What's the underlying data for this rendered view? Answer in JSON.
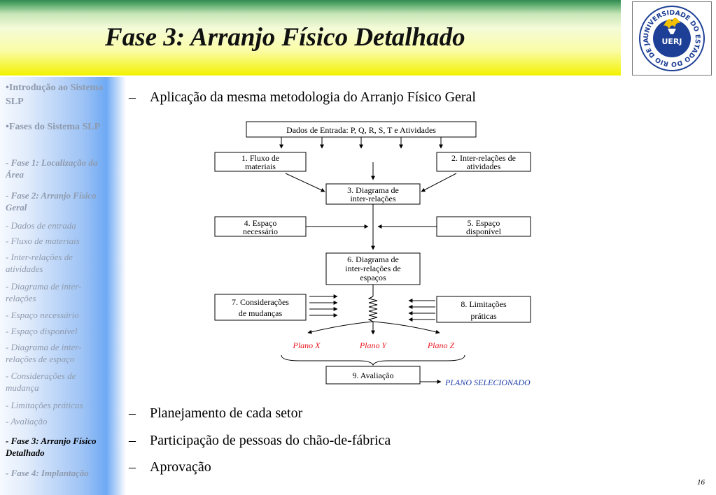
{
  "slide": {
    "title": "Fase 3: Arranjo Físico Detalhado",
    "page_number": "16",
    "logo": {
      "text": "UERJ",
      "ring_text": "UNIVERSIDADE DO ESTADO DO RIO DE JANEIRO"
    }
  },
  "sidebar": {
    "items": [
      {
        "label": "•Introdução ao Sistema SLP",
        "state": "top"
      },
      {
        "label": "•Fases do Sistema SLP",
        "state": "top"
      },
      {
        "label": "- Fase 1: Localização da Área",
        "state": "phase"
      },
      {
        "label": "- Fase 2: Arranjo Físico Geral",
        "state": "phase"
      },
      {
        "label": "- Dados de entrada",
        "state": "sub"
      },
      {
        "label": "- Fluxo de materiais",
        "state": "sub"
      },
      {
        "label": "- Inter-relações de atividades",
        "state": "sub"
      },
      {
        "label": "- Diagrama de inter-relações",
        "state": "sub"
      },
      {
        "label": "- Espaço necessário",
        "state": "sub"
      },
      {
        "label": "- Espaço disponível",
        "state": "sub"
      },
      {
        "label": "- Diagrama de inter-relações de espaço",
        "state": "sub"
      },
      {
        "label": "- Considerações de mudança",
        "state": "sub"
      },
      {
        "label": "- Limitações práticas",
        "state": "sub"
      },
      {
        "label": "- Avaliação",
        "state": "sub"
      },
      {
        "label": "- Fase 3: Arranjo Físico Detalhado",
        "state": "active"
      },
      {
        "label": "- Fase 4: Implantação",
        "state": "phase"
      }
    ]
  },
  "content": {
    "intro_bullet": "Aplicação da mesma metodologia do Arranjo Físico Geral",
    "bullets": [
      "Planejamento de cada setor",
      "Participação de pessoas do chão-de-fábrica",
      "Aprovação"
    ]
  },
  "diagram": {
    "boxes": {
      "input": "Dados de Entrada: P, Q, R, S, T e Atividades",
      "flow": [
        "1. Fluxo de",
        "materiais"
      ],
      "inter": [
        "2. Inter-relações de",
        "atividades"
      ],
      "diag": [
        "3. Diagrama de",
        "inter-relações"
      ],
      "space_req": [
        "4. Espaço",
        "necessário"
      ],
      "space_av": [
        "5. Espaço",
        "disponível"
      ],
      "space_diag": [
        "6. Diagrama de",
        "inter-relações de",
        "espaços"
      ],
      "changes": [
        "7. Considerações",
        "de mudanças"
      ],
      "limits": [
        "8. Limitações",
        "práticas"
      ],
      "eval": "9. Avaliação"
    },
    "plans": [
      "Plano X",
      "Plano Y",
      "Plano Z"
    ],
    "selected": "PLANO SELECIONADO",
    "colors": {
      "plan": "#e8141c",
      "selected": "#1f3fa8",
      "box_border": "#000000"
    }
  }
}
